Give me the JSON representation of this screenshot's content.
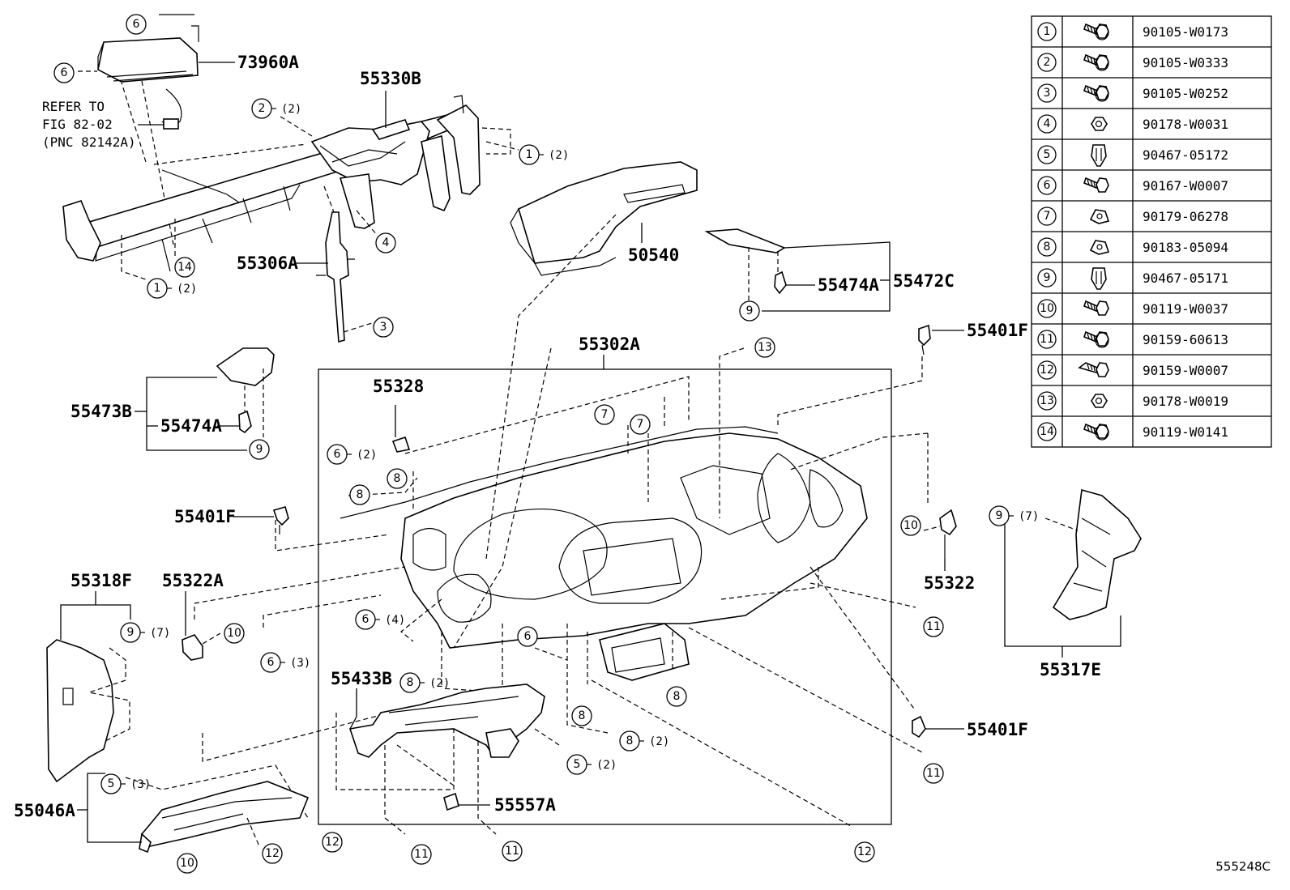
{
  "diagram_id": "555248C",
  "refer_note": [
    "REFER TO",
    "FIG 82-02",
    "(PNC 82142A)"
  ],
  "part_labels": {
    "p73960A": "73960A",
    "p55330B": "55330B",
    "p55306A": "55306A",
    "p50540": "50540",
    "p55472C": "55472C",
    "p55474A_top": "55474A",
    "p55401F_a": "55401F",
    "p55302A": "55302A",
    "p55328": "55328",
    "p55473B": "55473B",
    "p55474A_left": "55474A",
    "p55401F_b": "55401F",
    "p55322": "55322",
    "p55318F": "55318F",
    "p55322A": "55322A",
    "p55317E": "55317E",
    "p55433B": "55433B",
    "p55401F_c": "55401F",
    "p55557A": "55557A",
    "p55046A": "55046A"
  },
  "quantities": {
    "q2": "(2)",
    "q3": "(3)",
    "q4": "(4)",
    "q7": "(7)"
  },
  "fastener_table": [
    {
      "num": "1",
      "icon": "bolt-with-washer-icon",
      "code": "90105-W0173"
    },
    {
      "num": "2",
      "icon": "bolt-with-washer-icon",
      "code": "90105-W0333"
    },
    {
      "num": "3",
      "icon": "bolt-with-washer-icon",
      "code": "90105-W0252"
    },
    {
      "num": "4",
      "icon": "nut-icon",
      "code": "90178-W0031"
    },
    {
      "num": "5",
      "icon": "clip-icon",
      "code": "90467-05172"
    },
    {
      "num": "6",
      "icon": "screw-icon",
      "code": "90167-W0007"
    },
    {
      "num": "7",
      "icon": "clip-nut-icon",
      "code": "90179-06278"
    },
    {
      "num": "8",
      "icon": "clip-nut-icon",
      "code": "90183-05094"
    },
    {
      "num": "9",
      "icon": "clip-icon",
      "code": "90467-05171"
    },
    {
      "num": "10",
      "icon": "screw-icon",
      "code": "90119-W0037"
    },
    {
      "num": "11",
      "icon": "bolt-with-washer-icon",
      "code": "90159-60613"
    },
    {
      "num": "12",
      "icon": "tapping-screw-icon",
      "code": "90159-W0007"
    },
    {
      "num": "13",
      "icon": "nut-icon",
      "code": "90178-W0019"
    },
    {
      "num": "14",
      "icon": "bolt-with-washer-icon",
      "code": "90119-W0141"
    }
  ]
}
